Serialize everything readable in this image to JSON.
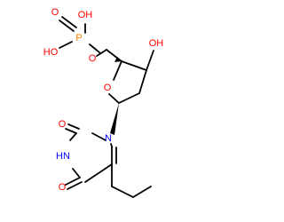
{
  "molecule": {
    "atom_labels": {
      "phosphate_oh_top": "OH",
      "phosphate_oh_left": "HO",
      "phosphate_p": "P",
      "phosphate_double_o": "O",
      "phosphate_ester_o": "O",
      "sugar_3_oh": "OH",
      "ring_o": "O",
      "n1": "N",
      "c2_o": "O",
      "n3_h": "HN",
      "c4_o": "O"
    },
    "colors": {
      "bond": "#000000",
      "oxygen": "#ff0000",
      "phosphorus": "#ff8000",
      "nitrogen": "#0000ff"
    }
  }
}
